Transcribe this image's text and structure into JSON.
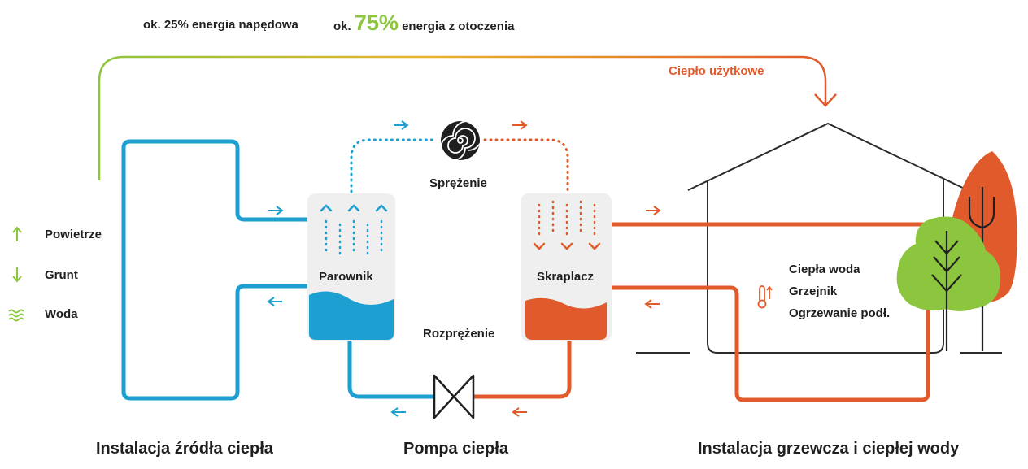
{
  "energy": {
    "drive_text": "ok. 25% energia napędowa",
    "env_prefix": "ok.",
    "env_percent": "75%",
    "env_text": "energia z otoczenia"
  },
  "useful_heat": "Ciepło użytkowe",
  "compression": "Sprężenie",
  "expansion": "Rozprężenie",
  "evaporator": "Parownik",
  "condenser": "Skraplacz",
  "legend": [
    {
      "label": "Powietrze",
      "icon": "arrow-up-icon"
    },
    {
      "label": "Grunt",
      "icon": "arrow-down-icon"
    },
    {
      "label": "Woda",
      "icon": "water-waves-icon"
    }
  ],
  "house_uses": [
    "Ciepła woda",
    "Grzejnik",
    "Ogrzewanie podł."
  ],
  "sections": {
    "source": "Instalacja źródła ciepła",
    "pump": "Pompa ciepła",
    "heating": "Instalacja grzewcza i ciepłej wody"
  },
  "colors": {
    "blue": "#1e9fd1",
    "orange": "#e05a2b",
    "green": "#8cc63f",
    "dark": "#1f1f1f",
    "unit_bg": "#efefef"
  }
}
